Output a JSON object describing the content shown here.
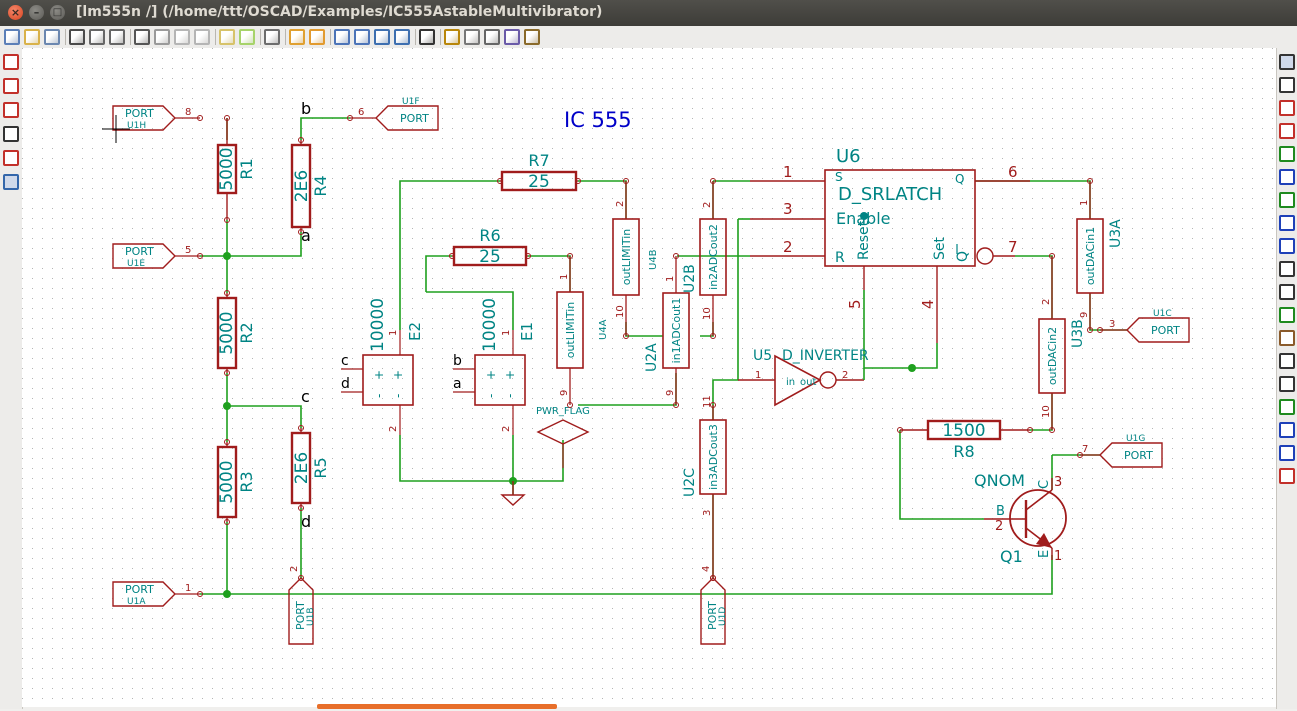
{
  "window": {
    "title": "[lm555n /] (/home/ttt/OSCAD/Examples/IC555AstableMultivibrator)",
    "close_glyph": "×",
    "minimize_glyph": "–",
    "maximize_glyph": "□"
  },
  "toolbar": {
    "tools": [
      {
        "name": "new-schematic-icon",
        "color": "#5b7fb8"
      },
      {
        "name": "open-schematic-icon",
        "color": "#d9b24a"
      },
      {
        "name": "save-project-icon",
        "color": "#6b87b0"
      },
      {
        "name": "save-sheet-icon",
        "color": "#4a4a4a"
      },
      {
        "name": "page-settings-icon",
        "color": "#666666"
      },
      {
        "name": "load-icon",
        "color": "#666666"
      },
      {
        "name": "plot-icon",
        "color": "#555555"
      },
      {
        "name": "cut-icon",
        "color": "#9a9a9a"
      },
      {
        "name": "copy-icon",
        "color": "#b5b5b5"
      },
      {
        "name": "paste-icon",
        "color": "#b5b5b5"
      },
      {
        "name": "undo-icon",
        "color": "#d7c36a"
      },
      {
        "name": "redo-icon",
        "color": "#a7d36a"
      },
      {
        "name": "print-icon",
        "color": "#6d6d6d"
      },
      {
        "name": "library-icon",
        "color": "#e0a030"
      },
      {
        "name": "library-browser-icon",
        "color": "#e29a2e"
      },
      {
        "name": "zoom-in-icon",
        "color": "#4c74b8"
      },
      {
        "name": "zoom-out-icon",
        "color": "#4c74b8"
      },
      {
        "name": "redraw-icon",
        "color": "#3e6fb0"
      },
      {
        "name": "zoom-fit-icon",
        "color": "#3e6fb0"
      },
      {
        "name": "hierarchy-navigator-icon",
        "color": "#333333"
      },
      {
        "name": "annotate-icon",
        "color": "#b8860b"
      },
      {
        "name": "erc-icon",
        "color": "#777777"
      },
      {
        "name": "netlist-icon",
        "color": "#666666"
      },
      {
        "name": "bom-icon",
        "color": "#6a5aa8"
      },
      {
        "name": "cvpcb-icon",
        "color": "#8a6a2a"
      }
    ]
  },
  "left_tools": [
    {
      "name": "grid-toggle-icon",
      "color": "#c2302a"
    },
    {
      "name": "units-inch-icon",
      "color": "#c2302a"
    },
    {
      "name": "units-mm-icon",
      "color": "#c2302a"
    },
    {
      "name": "cursor-shape-icon",
      "color": "#333333"
    },
    {
      "name": "hidden-pins-icon",
      "color": "#c2302a"
    },
    {
      "name": "wire-angle-icon",
      "color": "#3366aa"
    }
  ],
  "right_tools": [
    {
      "name": "select-icon",
      "color": "#333333"
    },
    {
      "name": "hierarchy-icon",
      "color": "#333333"
    },
    {
      "name": "add-component-icon",
      "color": "#c2302a"
    },
    {
      "name": "add-power-icon",
      "color": "#c2302a"
    },
    {
      "name": "add-wire-icon",
      "color": "#1e8a1e"
    },
    {
      "name": "add-bus-icon",
      "color": "#1e40b8"
    },
    {
      "name": "wire-to-bus-entry-icon",
      "color": "#1e8a1e"
    },
    {
      "name": "bus-to-bus-entry-icon",
      "color": "#1e40b8"
    },
    {
      "name": "no-connect-icon",
      "color": "#1e40b8"
    },
    {
      "name": "add-net-label-icon",
      "color": "#333333"
    },
    {
      "name": "add-global-label-icon",
      "color": "#333333"
    },
    {
      "name": "add-junction-icon",
      "color": "#1e8a1e"
    },
    {
      "name": "add-hierarchical-label-icon",
      "color": "#8a5a2a"
    },
    {
      "name": "add-hierarchical-sheet-icon",
      "color": "#333333"
    },
    {
      "name": "import-sheet-pin-icon",
      "color": "#333333"
    },
    {
      "name": "add-sheet-pin-icon",
      "color": "#1e8a1e"
    },
    {
      "name": "add-graphic-line-icon",
      "color": "#1e40b8"
    },
    {
      "name": "add-graphic-text-icon",
      "color": "#1e40b8"
    },
    {
      "name": "add-image-icon",
      "color": "#c2302a"
    }
  ],
  "schematic": {
    "title": "IC 555",
    "colors": {
      "wire": "#1ea01e",
      "component": "#a01c1c",
      "value": "#008484",
      "label": "#000000",
      "title": "#0000c8"
    },
    "resistors": [
      {
        "ref": "R1",
        "value": "5000"
      },
      {
        "ref": "R2",
        "value": "5000"
      },
      {
        "ref": "R3",
        "value": "5000"
      },
      {
        "ref": "R4",
        "value": "2E6"
      },
      {
        "ref": "R5",
        "value": "2E6"
      },
      {
        "ref": "R6",
        "value": "25"
      },
      {
        "ref": "R7",
        "value": "25"
      },
      {
        "ref": "R8",
        "value": "1500"
      }
    ],
    "ports": [
      {
        "ref": "U1H",
        "label": "PORT",
        "pin": "8"
      },
      {
        "ref": "U1F",
        "label": "PORT",
        "pin": "6"
      },
      {
        "ref": "U1E",
        "label": "PORT",
        "pin": "5"
      },
      {
        "ref": "U1A",
        "label": "PORT",
        "pin": "1"
      },
      {
        "ref": "U1B",
        "label": "PORT",
        "pin": "2"
      },
      {
        "ref": "U1D",
        "label": "PORT",
        "pin": "4"
      },
      {
        "ref": "U1C",
        "label": "PORT",
        "pin": "3"
      },
      {
        "ref": "U1G",
        "label": "PORT",
        "pin": "7"
      }
    ],
    "net_labels": [
      "a",
      "b",
      "c",
      "d"
    ],
    "opamps": [
      {
        "ref": "E2",
        "value": "10000"
      },
      {
        "ref": "E1",
        "value": "10000"
      }
    ],
    "limiters": [
      {
        "ref": "U4A",
        "text": "outLIMITin"
      },
      {
        "ref": "U4B",
        "text": "outLIMITin"
      }
    ],
    "adcs": [
      {
        "ref": "U2A",
        "text": "in1ADCout1"
      },
      {
        "ref": "U2B",
        "text": "in2ADCout2"
      },
      {
        "ref": "U2C",
        "text": "in3ADCout3"
      }
    ],
    "dacs": [
      {
        "ref": "U3A",
        "text": "outDACin1"
      },
      {
        "ref": "U3B",
        "text": "outDACin2"
      }
    ],
    "latch": {
      "ref": "U6",
      "value": "D_SRLATCH",
      "pin_s": "S",
      "pin_q": "Q",
      "pin_enable": "Enable",
      "pin_reset": "Reset",
      "pin_set": "Set",
      "pin_r": "R",
      "pin_qbar": "Q"
    },
    "inverter": {
      "ref": "U5",
      "value": "D_INVERTER",
      "pin_in": "in",
      "pin_out": "out"
    },
    "transistor": {
      "ref": "Q1",
      "value": "QNOM",
      "pin_b": "B",
      "pin_c": "C",
      "pin_e": "E"
    },
    "pwr_flag": "PWR_FLAG",
    "pin_numbers": {
      "latch_1": "1",
      "latch_3": "3",
      "latch_2": "2",
      "latch_6": "6",
      "latch_7": "7",
      "latch_5": "5",
      "latch_4": "4",
      "inv_1": "1",
      "inv_2": "2",
      "q_b": "2",
      "q_c": "3",
      "q_e": "1",
      "e2_1": "1",
      "e2_2": "2",
      "e1_1": "1",
      "e1_2": "2",
      "u4a_1": "1",
      "u4a_9": "9",
      "u4b_2": "2",
      "u4b_10": "10",
      "u2a_1": "1",
      "u2a_9": "9",
      "u2b_2": "2",
      "u2b_10": "10",
      "u2c_3": "3",
      "u2c_11": "11",
      "u3a_1": "1",
      "u3a_9": "9",
      "u3b_2": "2",
      "u3b_10": "10",
      "op_plus": "+",
      "op_minus": "-"
    }
  }
}
